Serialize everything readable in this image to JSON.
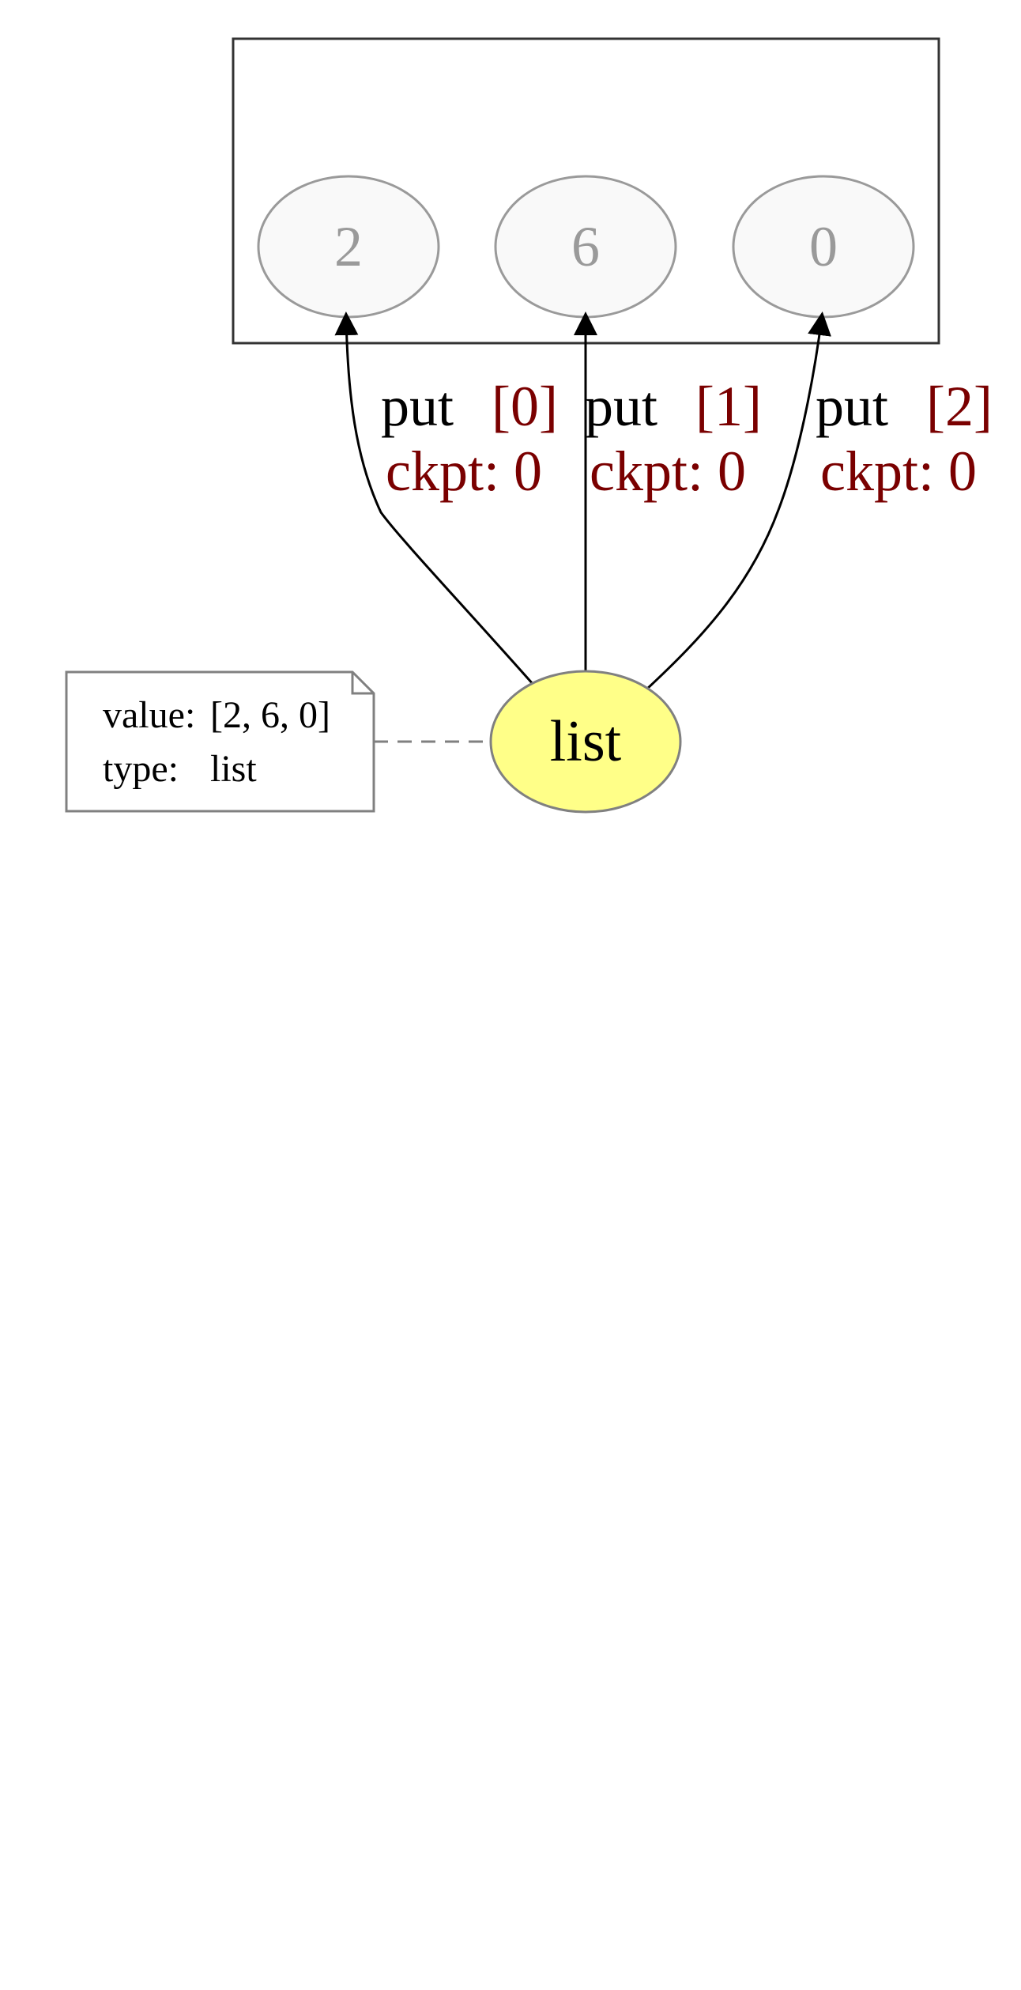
{
  "nodes": [
    {
      "label": "2"
    },
    {
      "label": "6"
    },
    {
      "label": "0"
    }
  ],
  "main_node": {
    "label": "list"
  },
  "edges": [
    {
      "verb": "put",
      "index": "[0]",
      "ckpt": "ckpt: 0"
    },
    {
      "verb": "put",
      "index": "[1]",
      "ckpt": "ckpt: 0"
    },
    {
      "verb": "put",
      "index": "[2]",
      "ckpt": "ckpt: 0"
    }
  ],
  "note": {
    "value_key": "value:",
    "value_val": "[2, 6, 0]",
    "type_key": "type:",
    "type_val": "list"
  },
  "colors": {
    "main_fill": "#ffff88",
    "node_fill": "#f9f9f9",
    "node_stroke": "#9a9a9a",
    "edge_red": "#7a0000"
  }
}
